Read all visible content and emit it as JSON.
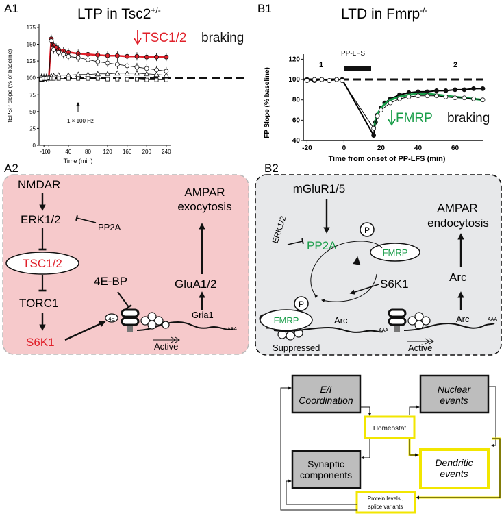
{
  "a1": {
    "panel_label": "A1",
    "title": "LTP in Tsc2",
    "title_sup": "+/-",
    "braking_text": "TSC1/2",
    "braking_word": "braking",
    "stim_label": "1 × 100 Hz"
  },
  "b1": {
    "panel_label": "B1",
    "title": "LTD in Fmrp",
    "title_sup": "-/-",
    "stim_label": "PP-LFS",
    "marker_1": "1",
    "marker_2": "2",
    "braking_text": "FMRP",
    "braking_word": "braking"
  },
  "a2": {
    "panel_label": "A2",
    "nmdar": "NMDAR",
    "erk": "ERK1/2",
    "pp2a": "PP2A",
    "tsc": "TSC1/2",
    "torc1": "TORC1",
    "s6k1": "S6K1",
    "ebp": "4E-BP",
    "ampar_line1": "AMPAR",
    "ampar_line2": "exocytosis",
    "glua": "GluA1/2",
    "gria": "Gria1",
    "active": "Active"
  },
  "b2": {
    "panel_label": "B2",
    "mglur": "mGluR1/5",
    "erk": "ERK1/2",
    "pp2a": "PP2A",
    "p1": "P",
    "p2": "P",
    "fmrp1": "FMRP",
    "fmrp2": "FMRP",
    "s6k1": "S6K1",
    "ampar_line1": "AMPAR",
    "ampar_line2": "endocytosis",
    "arc1": "Arc",
    "arc2": "Arc",
    "arc3": "Arc",
    "suppressed": "Suppressed",
    "active": "Active"
  },
  "loop": {
    "ei_line1": "E/I",
    "ei_line2": "Coordination",
    "nuclear_line1": "Nuclear",
    "nuclear_line2": "events",
    "homeostat": "Homeostat",
    "synaptic_line1": "Synaptic",
    "synaptic_line2": "components",
    "dendritic_line1": "Dendritic",
    "dendritic_line2": "events",
    "protein_line1": "Protein levels ,",
    "protein_line2": "splice variants"
  },
  "colors": {
    "red": "#e0202a",
    "green": "#1a9e4a",
    "pink": "#f6c9cb",
    "gray_panel": "#e7e8ea",
    "box_gray": "#bdbdbd",
    "yellow": "#f2e600"
  },
  "chart_data": [
    {
      "type": "line",
      "panel": "A1",
      "xlabel": "Time (min)",
      "ylabel": "fEPSP slope (% of baseline)",
      "x_ticks": [
        "-10",
        "0",
        "40",
        "80",
        "120",
        "160",
        "200",
        "240"
      ],
      "y_ticks": [
        "0",
        "25",
        "50",
        "75",
        "100",
        "125",
        "150",
        "175"
      ],
      "xlim": [
        -20,
        250
      ],
      "ylim": [
        0,
        180
      ],
      "reference_line": 100,
      "series": [
        {
          "color": "#e0202a",
          "x": [
            -15,
            -10,
            -5,
            0,
            5,
            10,
            15,
            20,
            30,
            40,
            60,
            80,
            100,
            120,
            140,
            160,
            180,
            200,
            220,
            240
          ],
          "values": [
            100,
            100,
            100,
            100,
            158,
            148,
            145,
            142,
            140,
            138,
            136,
            135,
            134,
            133,
            133,
            132,
            132,
            131,
            131,
            131
          ]
        },
        {
          "color": "#000000",
          "x": [
            -15,
            -10,
            -5,
            0,
            5,
            10,
            20,
            30,
            40,
            60,
            80,
            100,
            120,
            140,
            160,
            180,
            200,
            220,
            240
          ],
          "values": [
            100,
            100,
            100,
            100,
            155,
            142,
            138,
            135,
            132,
            130,
            127,
            124,
            122,
            120,
            118,
            116,
            114,
            112,
            110
          ]
        },
        {
          "color": "#000000",
          "x": [
            -15,
            -10,
            -5,
            0,
            5,
            10,
            20,
            40,
            60,
            80,
            100,
            120,
            140,
            160,
            180,
            200,
            220,
            240
          ],
          "values": [
            98,
            99,
            100,
            100,
            103,
            103,
            104,
            104,
            105,
            105,
            106,
            106,
            107,
            107,
            107,
            106,
            105,
            104
          ]
        },
        {
          "color": "#000000",
          "x": [
            -15,
            -10,
            -5,
            0,
            5,
            10,
            20,
            40,
            60,
            80,
            100,
            120,
            140,
            160,
            180,
            200,
            220,
            240
          ],
          "values": [
            98,
            99,
            99,
            100,
            99,
            99,
            99,
            99,
            99,
            99,
            99,
            98,
            98,
            98,
            98,
            97,
            97,
            97
          ]
        }
      ]
    },
    {
      "type": "line",
      "panel": "B1",
      "xlabel": "Time from onset of PP-LFS (min)",
      "ylabel": "FP Slope (% baseline)",
      "x_ticks": [
        "-20",
        "0",
        "20",
        "40",
        "60"
      ],
      "y_ticks": [
        "40",
        "60",
        "80",
        "100",
        "120"
      ],
      "xlim": [
        -22,
        75
      ],
      "ylim": [
        40,
        125
      ],
      "reference_line": 100,
      "series": [
        {
          "color": "#000000",
          "x": [
            -20,
            -16,
            -12,
            -8,
            -4,
            -1,
            16,
            17,
            18,
            20,
            22,
            25,
            30,
            35,
            40,
            45,
            50,
            55,
            60,
            65,
            70,
            75
          ],
          "values": [
            100,
            99,
            100,
            99,
            100,
            100,
            45,
            58,
            65,
            72,
            77,
            81,
            85,
            87,
            88,
            88,
            89,
            89,
            90,
            90,
            91,
            91
          ]
        },
        {
          "color": "#1a9e4a",
          "x": [
            16,
            17,
            18,
            20,
            22,
            25,
            30,
            35,
            40,
            45,
            50,
            55,
            60,
            65,
            70,
            75
          ],
          "values": [
            50,
            60,
            66,
            72,
            76,
            80,
            83,
            85,
            86,
            86,
            85,
            84,
            83,
            82,
            81,
            80
          ]
        },
        {
          "color": "#000000",
          "x": [
            -20,
            -16,
            -12,
            -8,
            -4,
            -1,
            16,
            18,
            20,
            25,
            30,
            35,
            40,
            45,
            50,
            55,
            60,
            65,
            70,
            75
          ],
          "values": [
            99,
            100,
            100,
            99,
            100,
            99,
            52,
            64,
            70,
            77,
            81,
            83,
            84,
            84,
            84,
            83,
            82,
            82,
            81,
            80
          ]
        }
      ]
    }
  ]
}
